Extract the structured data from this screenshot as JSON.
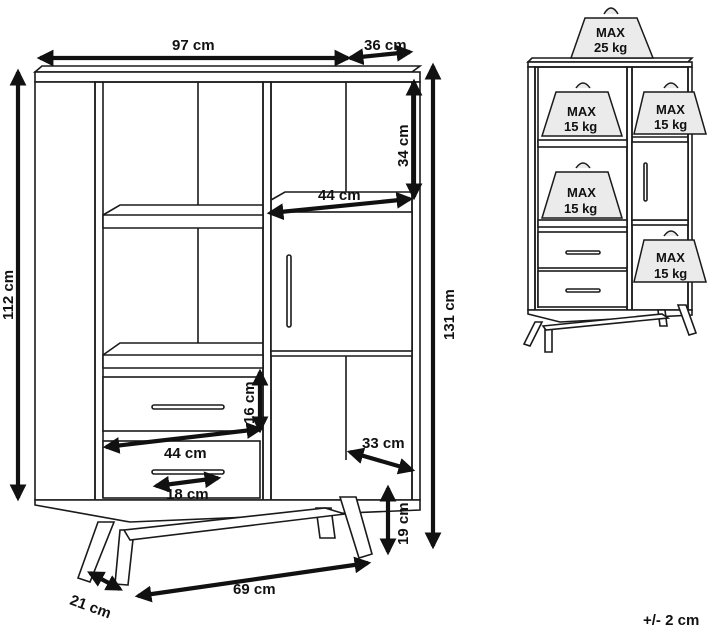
{
  "dimensions": {
    "width": "97 cm",
    "depth": "36 cm",
    "height_body": "112 cm",
    "height_total": "131 cm",
    "compartment_height": "34 cm",
    "door_width": "44 cm",
    "drawer_height": "16 cm",
    "drawer_width": "44 cm",
    "handle_length": "18 cm",
    "inner_depth": "33 cm",
    "leg_height": "19 cm",
    "leg_span": "69 cm",
    "leg_depth": "21 cm"
  },
  "weights": {
    "top": {
      "max": "MAX",
      "value": "25 kg"
    },
    "shelf_1": {
      "max": "MAX",
      "value": "15 kg"
    },
    "shelf_2": {
      "max": "MAX",
      "value": "15 kg"
    },
    "shelf_3": {
      "max": "MAX",
      "value": "15 kg"
    },
    "shelf_4": {
      "max": "MAX",
      "value": "15 kg"
    }
  },
  "tolerance": "+/- 2 cm"
}
